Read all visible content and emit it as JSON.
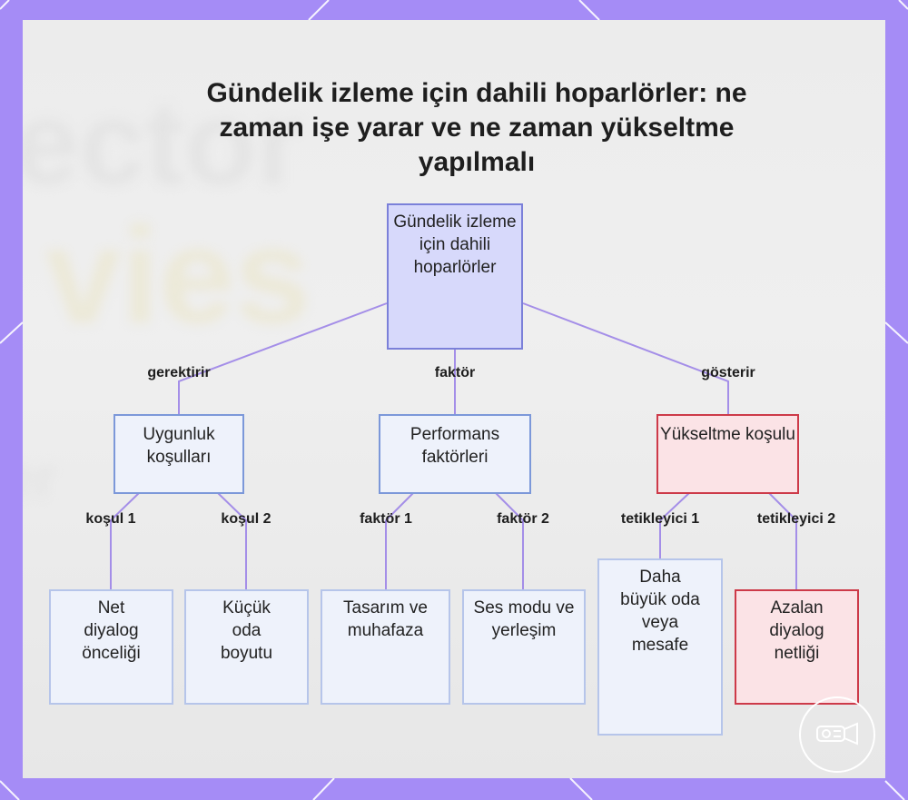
{
  "title": "Gündelik izleme için dahili hoparlörler: ne zaman işe yarar ve ne zaman yükseltme yapılmalı",
  "background": {
    "frame_color": "#a58cf6",
    "panel_color": "#f2f2f3",
    "blurred_words": [
      "ector",
      "vies",
      "er"
    ]
  },
  "nodes": {
    "root": "Gündelik izleme için dahili hoparlörler",
    "uygunluk": "Uygunluk koşulları",
    "performans": "Performans faktörleri",
    "yukseltme": "Yükseltme koşulu",
    "net_diyalog": "Net diyalog önceliği",
    "kucuk_oda": "Küçük oda boyutu",
    "tasarim": "Tasarım ve muhafaza",
    "ses_modu": "Ses modu ve yerleşim",
    "buyuk_oda": "Daha büyük oda veya mesafe",
    "azalan": "Azalan diyalog netliği"
  },
  "edges": {
    "gerektirir": "gerektirir",
    "faktor": "faktör",
    "gosterir": "gösterir",
    "kosul1": "koşul 1",
    "kosul2": "koşul 2",
    "faktor1": "faktör 1",
    "faktor2": "faktör 2",
    "tetik1": "tetikleyici 1",
    "tetik2": "tetikleyici 2"
  },
  "colors": {
    "root_fill": "#d7d9fb",
    "root_border": "#7b80d9",
    "node_fill": "#eef2fb",
    "node_border": "#7c98d9",
    "alert_fill": "#fbe3e6",
    "alert_border": "#cd3a49",
    "connector": "#a48ee8"
  },
  "watermark_icon": "projector-icon"
}
